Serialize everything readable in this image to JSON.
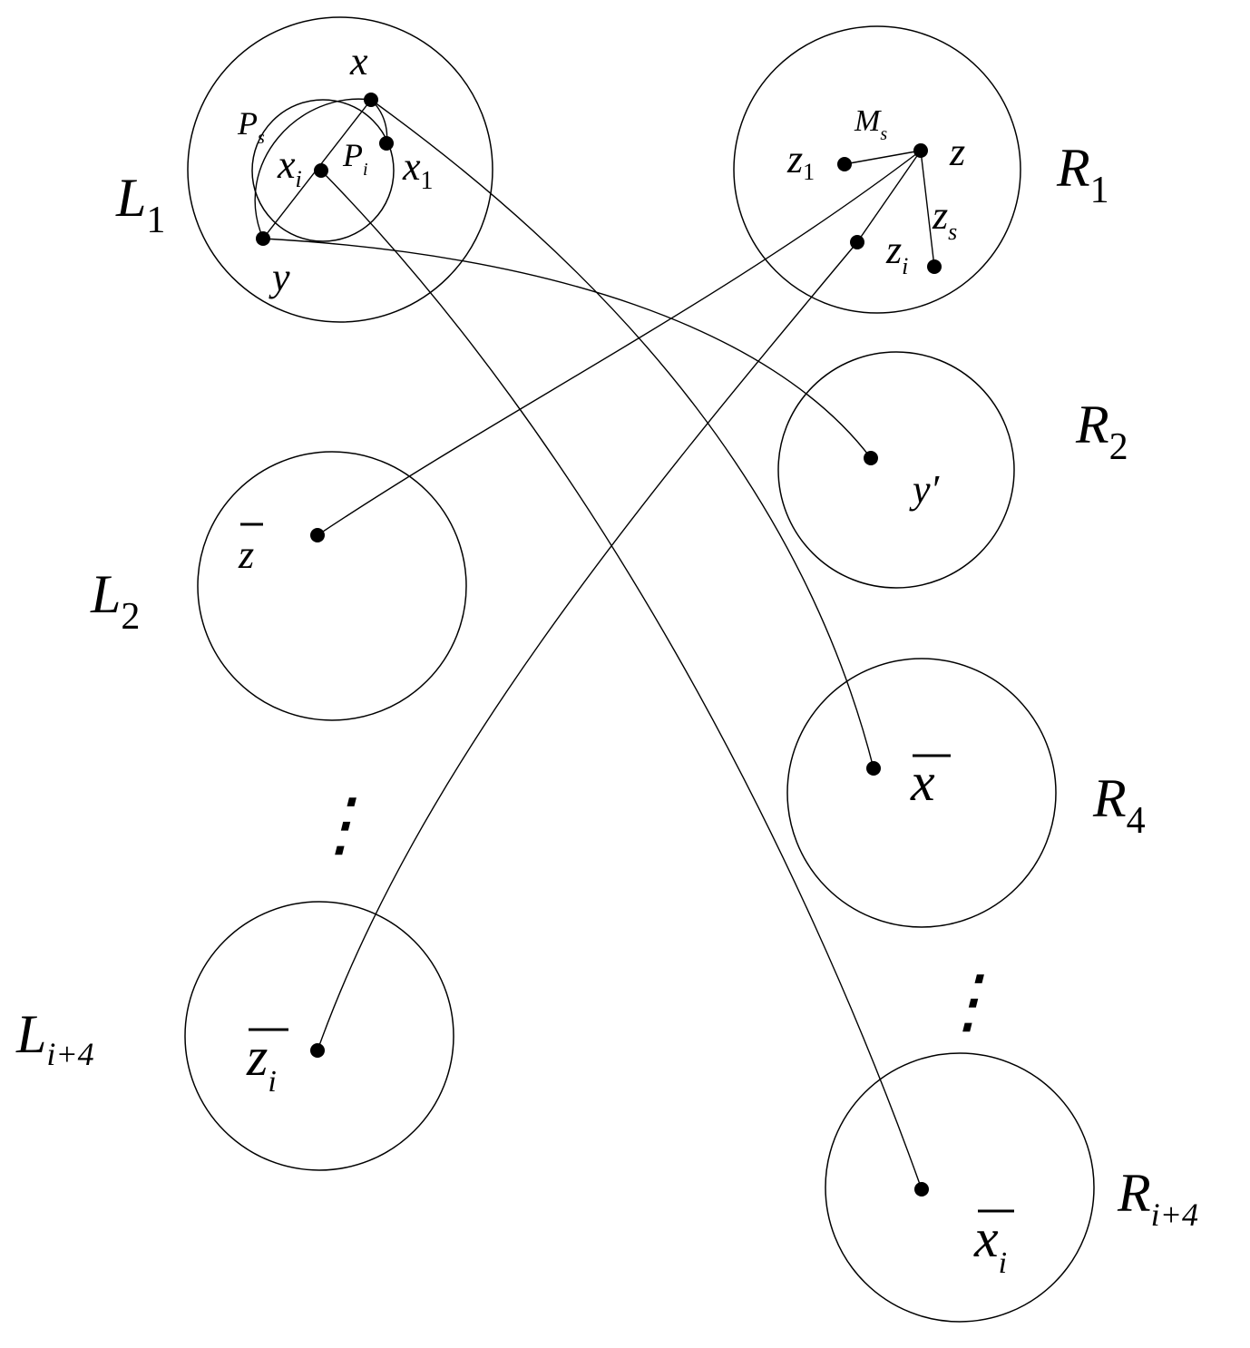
{
  "sets": {
    "L1": {
      "letter": "L",
      "sub": "1"
    },
    "L2": {
      "letter": "L",
      "sub": "2"
    },
    "Li4": {
      "letter": "L",
      "sub": "i+4"
    },
    "R1": {
      "letter": "R",
      "sub": "1"
    },
    "R2": {
      "letter": "R",
      "sub": "2"
    },
    "R4": {
      "letter": "R",
      "sub": "4"
    },
    "Ri4": {
      "letter": "R",
      "sub": "i+4"
    }
  },
  "vertices": {
    "x": {
      "letter": "x"
    },
    "x1": {
      "letter": "x",
      "sub": "1"
    },
    "xi": {
      "letter": "x",
      "sub": "i"
    },
    "y": {
      "letter": "y"
    },
    "z": {
      "letter": "z"
    },
    "z1": {
      "letter": "z",
      "sub": "1"
    },
    "zi": {
      "letter": "z",
      "sub": "i"
    },
    "zs": {
      "letter": "z",
      "sub": "s"
    },
    "yprime": {
      "letter": "y′"
    },
    "zbar": {
      "letter": "z"
    },
    "zbar_i": {
      "letter": "z",
      "sub": "i"
    },
    "xbar": {
      "letter": "x"
    },
    "xbar_i": {
      "letter": "x",
      "sub": "i"
    }
  },
  "paths": {
    "Ps": {
      "letter": "P",
      "sub": "s"
    },
    "Pi": {
      "letter": "P",
      "sub": "i"
    },
    "Ms": {
      "letter": "M",
      "sub": "s"
    }
  },
  "ellipsis": [
    "⋮",
    "⋮"
  ]
}
